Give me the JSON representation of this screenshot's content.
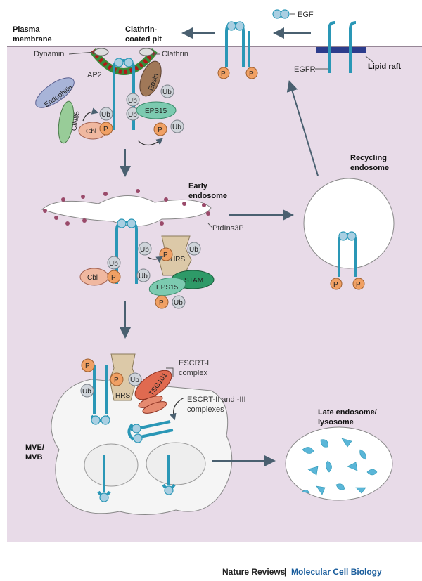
{
  "labels": {
    "plasma_membrane": [
      "Plasma",
      "membrane"
    ],
    "clathrin_pit": [
      "Clathrin-",
      "coated pit"
    ],
    "egf": "EGF",
    "egfr": "EGFR",
    "lipid_raft": "Lipid raft",
    "dynamin": "Dynamin",
    "clathrin": "Clathrin",
    "ap2": "AP2",
    "epsin": "Epsin",
    "endophilin": "Endophilin",
    "cin85": "CIN85",
    "cbl": "Cbl",
    "eps15": "EPS15",
    "ub": "Ub",
    "p": "P",
    "recycling_endosome": [
      "Recycling",
      "endosome"
    ],
    "early_endosome": [
      "Early",
      "endosome"
    ],
    "ptdins3p": "PtdIns3P",
    "hrs": "HRS",
    "stam": "STAM",
    "escrt1": [
      "ESCRT-I",
      "complex"
    ],
    "tsg101": "TSG101",
    "escrt23": [
      "ESCRT-II and -III",
      "complexes"
    ],
    "late_endosome": [
      "Late endosome/",
      "lysosome"
    ],
    "mve": [
      "MVE/",
      "MVB"
    ]
  },
  "footer": {
    "journal": "Nature Reviews",
    "separator": "|",
    "subject": "Molecular Cell Biology"
  },
  "colors": {
    "cytoplasm": "#e8dbe8",
    "receptor": "#2a97b6",
    "egf_ball": "#a9cfe2",
    "phospho": "#f0a064",
    "ub": "#cfd4da",
    "cbl": "#f0b8a0",
    "eps15": "#7ccab0",
    "stam": "#2e9a68",
    "tsg101": "#e06a50",
    "epsin": "#a07858",
    "endophilin": "#a8b4d8",
    "cin85": "#98cc98",
    "hrs": "#dcc9a8",
    "lipid_raft": "#2c3c8c",
    "arrow": "#4a6070",
    "footer_subject": "#1a5d9c"
  }
}
